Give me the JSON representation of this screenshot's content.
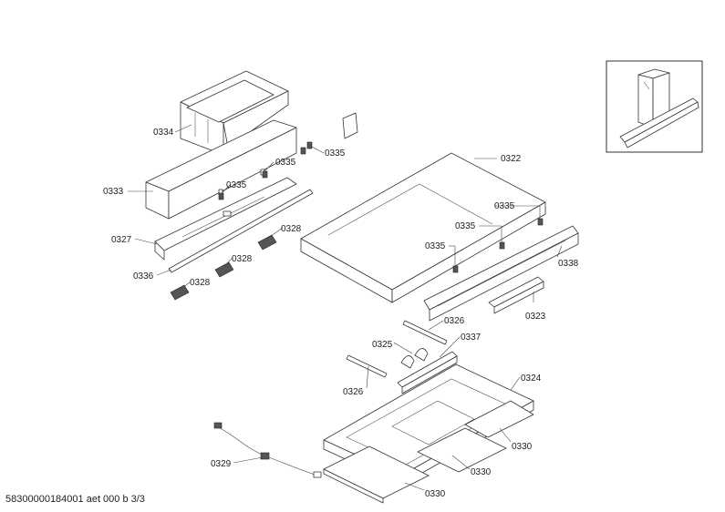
{
  "labels": {
    "p0334": "0334",
    "p0333": "0333",
    "p0327": "0327",
    "p0336": "0336",
    "p0328_a": "0328",
    "p0328_b": "0328",
    "p0328_c": "0328",
    "p0335_a": "0335",
    "p0335_b": "0335",
    "p0335_c": "0335",
    "p0335_d": "0335",
    "p0335_e": "0335",
    "p0335_f": "0335",
    "p0322": "0322",
    "p0338": "0338",
    "p0323": "0323",
    "p0326_a": "0326",
    "p0326_b": "0326",
    "p0325": "0325",
    "p0337": "0337",
    "p0324": "0324",
    "p0330_a": "0330",
    "p0330_b": "0330",
    "p0330_c": "0330",
    "p0329": "0329"
  },
  "footer": "58300000184001 aet 000 b 3/3"
}
